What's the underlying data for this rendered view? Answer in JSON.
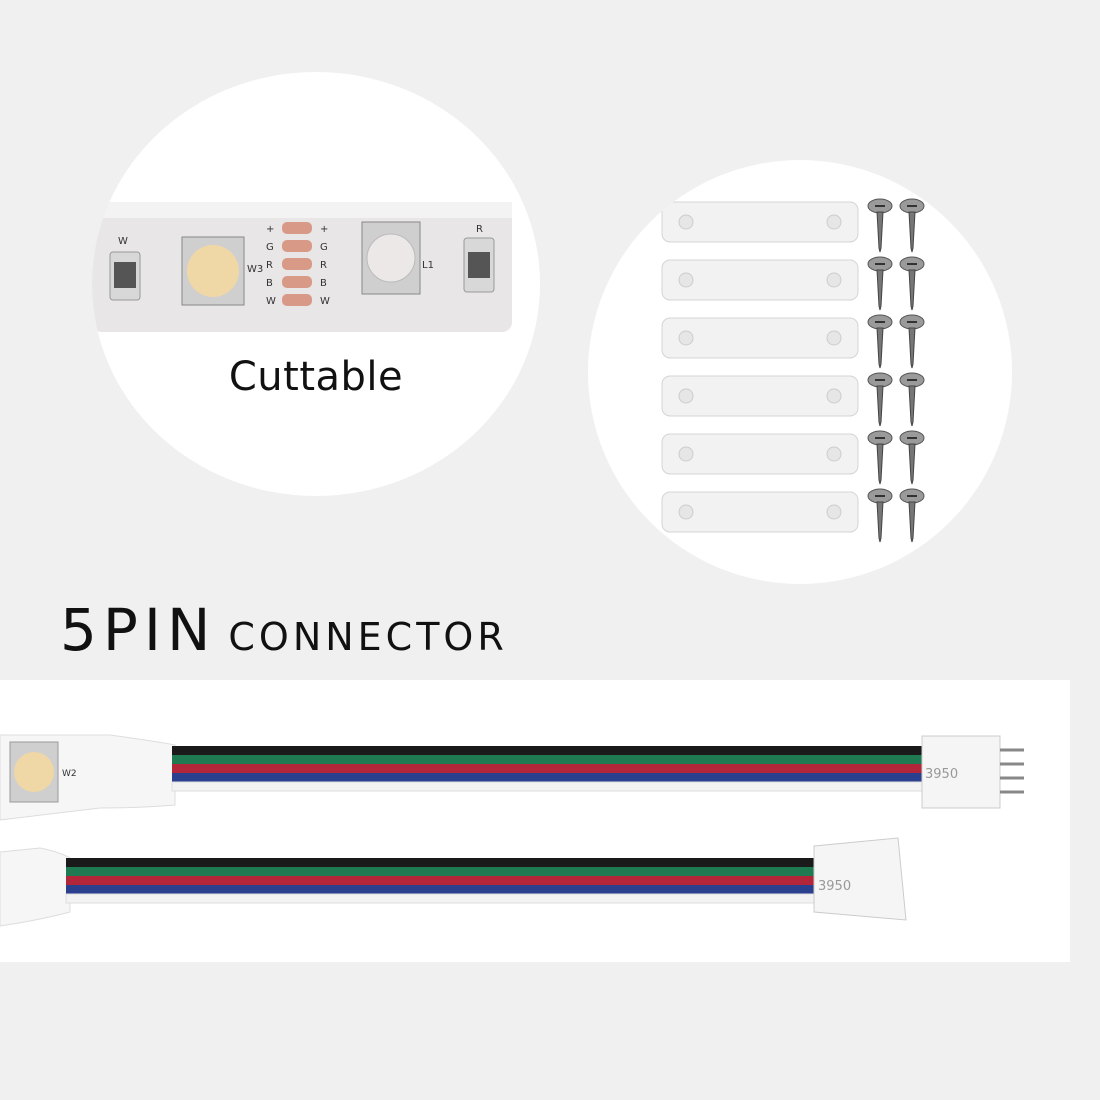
{
  "left_circle": {
    "caption": "Cuttable",
    "strip_labels": {
      "left_resistor_mark": "W",
      "right_resistor_mark": "R",
      "left_led_mark": "W3",
      "right_led_mark": "L1",
      "pads_left": [
        "+",
        "G",
        "R",
        "B",
        "W"
      ],
      "pads_right": [
        "+",
        "G",
        "R",
        "B",
        "W"
      ]
    }
  },
  "right_circle": {
    "clip_count": 6,
    "screws_per_clip": 2
  },
  "heading": {
    "primary": "5PIN",
    "secondary": "CONNECTOR"
  },
  "photo_panel": {
    "led_label": "W2",
    "connector_markings": [
      "3950",
      "3950"
    ]
  },
  "colors": {
    "background": "#f0f0f0",
    "wire_black": "#1a1a1a",
    "wire_green": "#1f7a52",
    "wire_red": "#b3263a",
    "wire_blue": "#2b3f8f",
    "pad_copper": "#d89a86"
  }
}
